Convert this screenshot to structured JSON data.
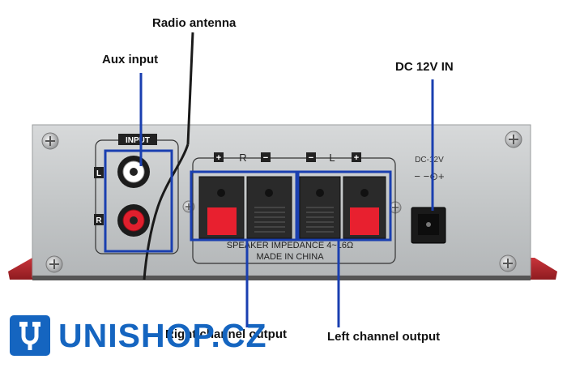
{
  "labels": {
    "radio_antenna": "Radio antenna",
    "aux_input": "Aux input",
    "dc_in": "DC 12V IN",
    "right_output": "Right channel output",
    "left_output": "Left channel output"
  },
  "panel": {
    "input_label": "INPUT",
    "left_jack_label": "L",
    "right_jack_label": "R",
    "speaker_r_label": "R",
    "speaker_l_label": "L",
    "plus_sign": "+",
    "minus_sign": "−",
    "impedance_text": "SPEAKER IMPEDANCE  4~16Ω",
    "made_in_text": "MADE IN CHINA",
    "dc_label": "DC-12V",
    "polarity_symbol": "− −⊙+"
  },
  "brand": {
    "logo_text": "UNISHOP.CZ"
  },
  "colors": {
    "callout_line": "#1a3fb0",
    "brand_blue": "#1565c0",
    "panel_silver": "#c8cacb",
    "chassis_red": "#b3242a",
    "clip_red": "#e8202f"
  },
  "icons": {
    "logo": "plug-u-icon",
    "screw": "phillips-screw-icon"
  }
}
